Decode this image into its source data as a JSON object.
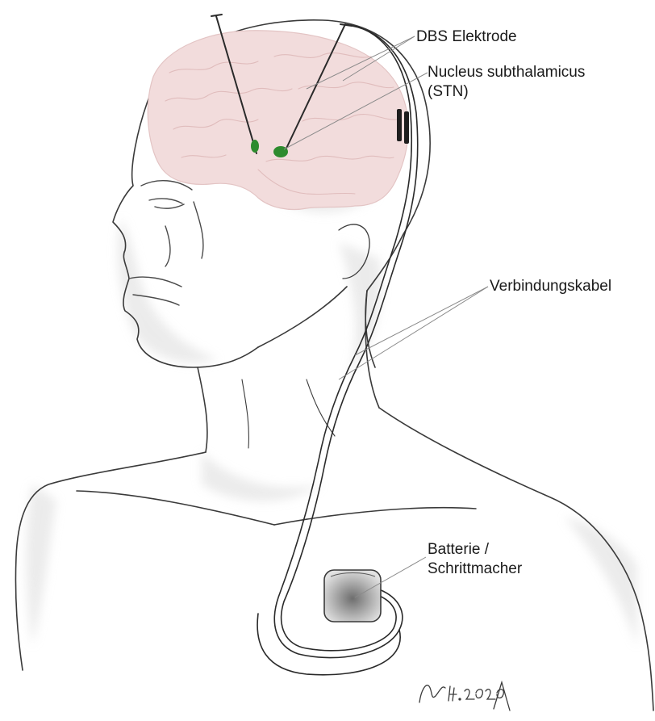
{
  "labels": {
    "electrode": "DBS Elektrode",
    "stn_line1": "Nucleus subthalamicus",
    "stn_line2": "(STN)",
    "cable": "Verbindungskabel",
    "battery_line1": "Batterie /",
    "battery_line2": "Schrittmacher"
  },
  "signature": "W 14. 2020",
  "colors": {
    "brain": "#f2dcdc",
    "stn": "#2e8b2e",
    "outline": "#3a3a3a",
    "shade": "#d6d6d6",
    "device": "#9a9a9a"
  }
}
